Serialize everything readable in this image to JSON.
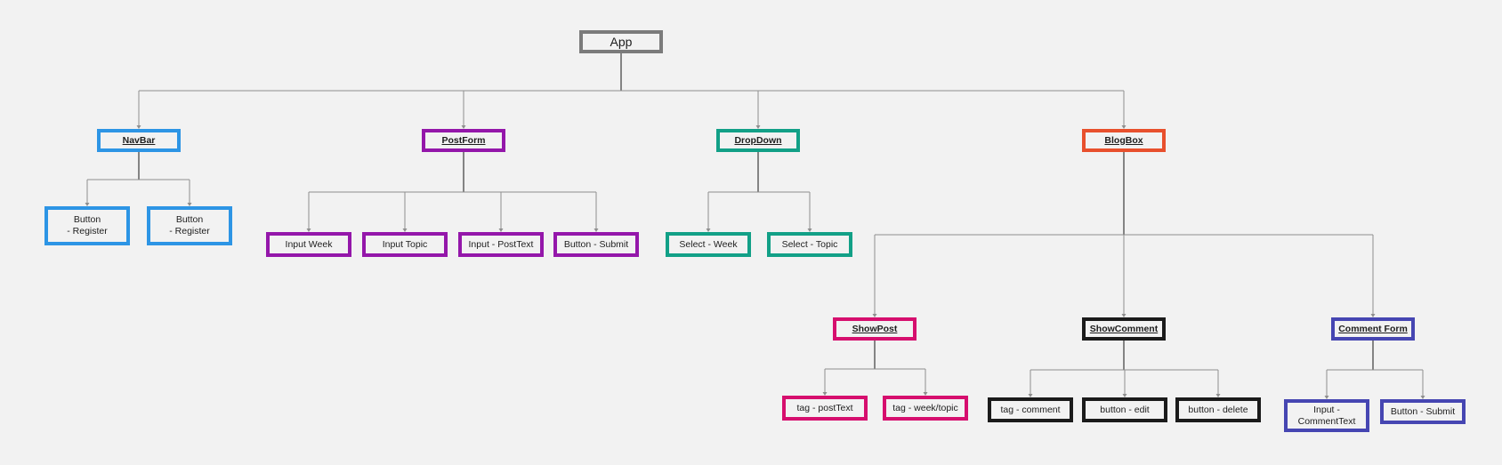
{
  "colors": {
    "root": "#7b7b7b",
    "navbar": "#2d95e5",
    "postform": "#9417aa",
    "dropdown": "#12a087",
    "blogbox": "#e8502d",
    "showpost": "#d60f6e",
    "showcomment": "#1b1b1b",
    "commentform": "#4646b2",
    "edge": "#8f8f8f"
  },
  "nodes": [
    {
      "id": "app",
      "label": "App",
      "kind": "root",
      "group": "root"
    },
    {
      "id": "navbar",
      "label": "NavBar",
      "kind": "comp",
      "group": "navbar"
    },
    {
      "id": "postform",
      "label": "PostForm",
      "kind": "comp",
      "group": "postform"
    },
    {
      "id": "dropdown",
      "label": "DropDown",
      "kind": "comp",
      "group": "dropdown"
    },
    {
      "id": "blogbox",
      "label": "BlogBox",
      "kind": "comp",
      "group": "blogbox"
    },
    {
      "id": "nav-btn-1",
      "label": "Button\n- Register",
      "kind": "leaf",
      "group": "navbar"
    },
    {
      "id": "nav-btn-2",
      "label": "Button\n- Register",
      "kind": "leaf",
      "group": "navbar"
    },
    {
      "id": "input-week",
      "label": "Input Week",
      "kind": "leaf",
      "group": "postform"
    },
    {
      "id": "input-topic",
      "label": "Input Topic",
      "kind": "leaf",
      "group": "postform"
    },
    {
      "id": "input-posttext",
      "label": "Input - PostText",
      "kind": "leaf",
      "group": "postform"
    },
    {
      "id": "button-submit-post",
      "label": "Button - Submit",
      "kind": "leaf",
      "group": "postform"
    },
    {
      "id": "select-week",
      "label": "Select - Week",
      "kind": "leaf",
      "group": "dropdown"
    },
    {
      "id": "select-topic",
      "label": "Select - Topic",
      "kind": "leaf",
      "group": "dropdown"
    },
    {
      "id": "showpost",
      "label": "ShowPost",
      "kind": "comp",
      "group": "showpost"
    },
    {
      "id": "showcomment",
      "label": "ShowComment",
      "kind": "comp",
      "group": "showcomment"
    },
    {
      "id": "commentform",
      "label": "Comment Form",
      "kind": "comp",
      "group": "commentform"
    },
    {
      "id": "tag-posttext",
      "label": "tag - postText",
      "kind": "leaf",
      "group": "showpost"
    },
    {
      "id": "tag-weektopic",
      "label": "tag - week/topic",
      "kind": "leaf",
      "group": "showpost"
    },
    {
      "id": "tag-comment",
      "label": "tag - comment",
      "kind": "leaf",
      "group": "showcomment"
    },
    {
      "id": "button-edit",
      "label": "button - edit",
      "kind": "leaf",
      "group": "showcomment"
    },
    {
      "id": "button-delete",
      "label": "button - delete",
      "kind": "leaf",
      "group": "showcomment"
    },
    {
      "id": "input-commenttext",
      "label": "Input -\nCommentText",
      "kind": "leaf",
      "group": "commentform"
    },
    {
      "id": "button-submit-comment",
      "label": "Button - Submit",
      "kind": "leaf",
      "group": "commentform"
    }
  ],
  "edges": [
    {
      "parent": "app",
      "children": [
        "navbar",
        "postform",
        "dropdown",
        "blogbox"
      ]
    },
    {
      "parent": "navbar",
      "children": [
        "nav-btn-1",
        "nav-btn-2"
      ]
    },
    {
      "parent": "postform",
      "children": [
        "input-week",
        "input-topic",
        "input-posttext",
        "button-submit-post"
      ]
    },
    {
      "parent": "dropdown",
      "children": [
        "select-week",
        "select-topic"
      ]
    },
    {
      "parent": "blogbox",
      "children": [
        "showpost",
        "showcomment",
        "commentform"
      ]
    },
    {
      "parent": "showpost",
      "children": [
        "tag-posttext",
        "tag-weektopic"
      ]
    },
    {
      "parent": "showcomment",
      "children": [
        "tag-comment",
        "button-edit",
        "button-delete"
      ]
    },
    {
      "parent": "commentform",
      "children": [
        "input-commenttext",
        "button-submit-comment"
      ]
    }
  ]
}
